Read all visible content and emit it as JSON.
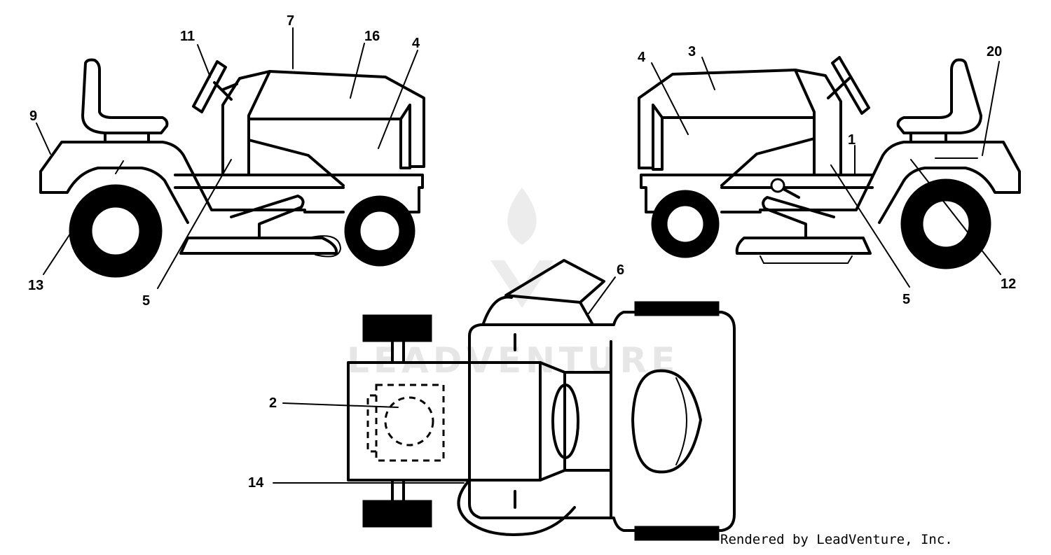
{
  "watermark": {
    "text": "LEADVENTURE"
  },
  "callouts": {
    "left": {
      "c11": "11",
      "c7": "7",
      "c16": "16",
      "c4": "4",
      "c9": "9",
      "c5": "5",
      "c13": "13"
    },
    "right": {
      "c4": "4",
      "c3": "3",
      "c20": "20",
      "c1": "1",
      "c5": "5",
      "c12": "12"
    },
    "top": {
      "c6": "6",
      "c2": "2",
      "c14": "14"
    }
  },
  "credit": "Rendered by LeadVenture, Inc.",
  "colors": {
    "line": "#000000",
    "watermark": "#e6e6e6",
    "background": "#ffffff"
  }
}
